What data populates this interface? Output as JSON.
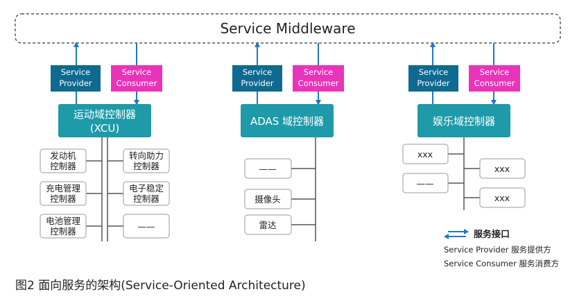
{
  "middleware": "Service Middleware",
  "domains": [
    {
      "provider": [
        "Service",
        "Provider"
      ],
      "consumer": [
        "Service",
        "Consumer"
      ],
      "controller": [
        "运动域控制器",
        "(XCU)"
      ],
      "left_boxes": [
        [
          "发动机",
          "控制器"
        ],
        [
          "充电管理",
          "控制器"
        ],
        [
          "电池管理",
          "控制器"
        ]
      ],
      "right_boxes": [
        [
          "转向助力",
          "控制器"
        ],
        [
          "电子稳定",
          "控制器"
        ],
        [
          "——"
        ]
      ]
    },
    {
      "provider": [
        "Service",
        "Provider"
      ],
      "consumer": [
        "Service",
        "Consumer"
      ],
      "controller": [
        "ADAS 域控制器"
      ],
      "left_boxes": [
        [
          "——"
        ],
        [
          "摄像头"
        ],
        [
          "雷达"
        ]
      ],
      "right_boxes": []
    },
    {
      "provider": [
        "Service",
        "Provider"
      ],
      "consumer": [
        "Service",
        "Consumer"
      ],
      "controller": [
        "娱乐域控制器"
      ],
      "left_boxes": [
        [
          "xxx"
        ],
        [
          "——"
        ]
      ],
      "right_boxes": [
        [
          "xxx"
        ],
        [
          "xxx"
        ]
      ]
    }
  ],
  "legend": {
    "interface": "服务接口",
    "provider_line": "Service Provider   服务提供方",
    "consumer_line": "Service Consumer 服务消费方"
  },
  "caption": "图2  面向服务的架构(Service-Oriented Architecture)",
  "colors": {
    "provider": "#0e6a8e",
    "consumer": "#e934b9",
    "controller": "#1e9aa8",
    "arrow": "#1e78c8",
    "line": "#555555",
    "box_border": "#999999"
  }
}
